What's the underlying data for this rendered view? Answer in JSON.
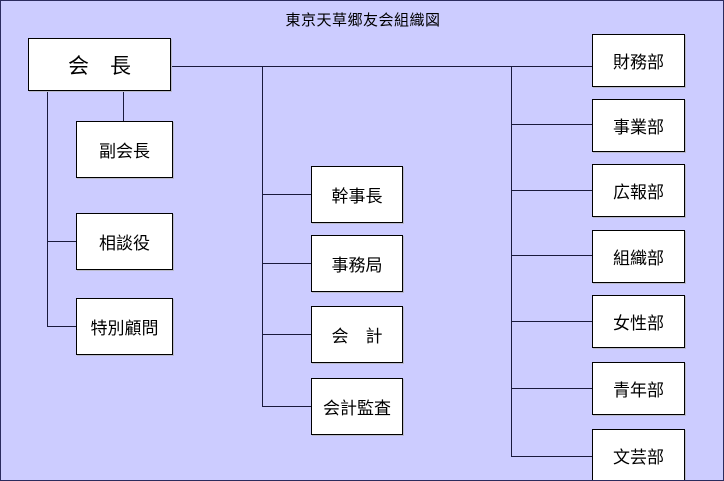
{
  "chart": {
    "title": "東京天草郷友会組織図",
    "background_color": "#ccccff",
    "border_color": "#2b2b5e",
    "node_fill": "#ffffff",
    "line_color": "#1a1a3c"
  },
  "nodes": {
    "president": "会　長",
    "vice_president": "副会長",
    "advisor": "相談役",
    "special_advisor": "特別顧問",
    "secretary_general": "幹事長",
    "secretariat": "事務局",
    "accounting": "会　計",
    "audit": "会計監査",
    "finance_dept": "財務部",
    "business_dept": "事業部",
    "pr_dept": "広報部",
    "organization_dept": "組織部",
    "womens_dept": "女性部",
    "youth_dept": "青年部",
    "literary_dept": "文芸部"
  }
}
